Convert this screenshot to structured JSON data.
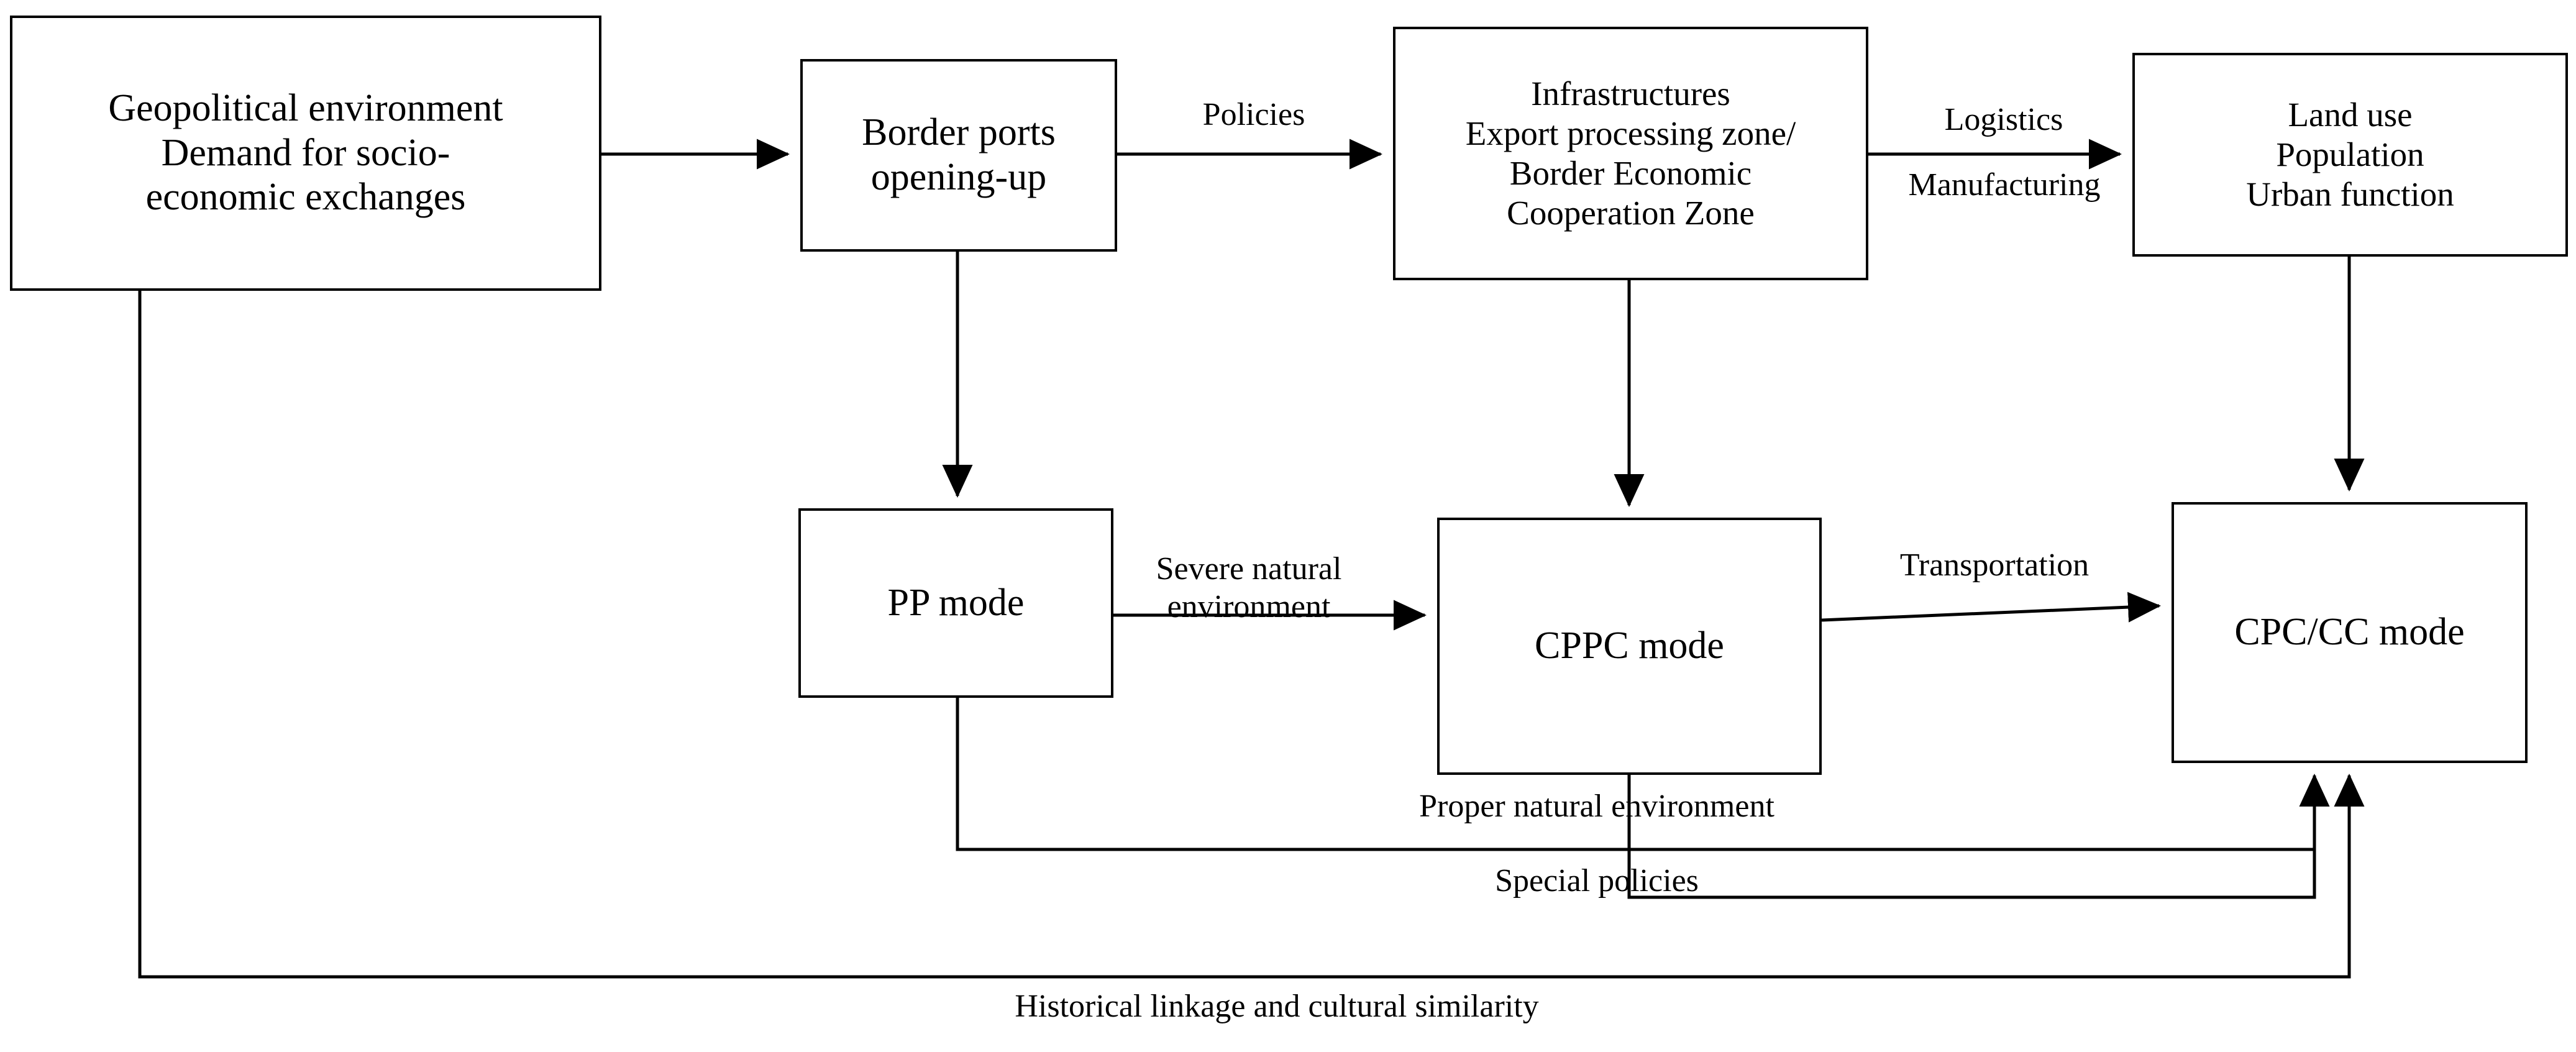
{
  "diagram": {
    "title": "Border port opening-up and urbanization mode evolution",
    "stroke_color": "#000000",
    "background_color": "#ffffff",
    "nodes": [
      {
        "id": "drivers",
        "lines": [
          "Geopolitical environment",
          "Demand for socio-",
          "economic exchanges"
        ]
      },
      {
        "id": "ports",
        "lines": [
          "Border ports",
          "opening-up"
        ]
      },
      {
        "id": "zones",
        "lines": [
          "Infrastructures",
          "Export processing zone/",
          "Border Economic",
          "Cooperation Zone"
        ]
      },
      {
        "id": "landuse",
        "lines": [
          "Land use",
          "Population",
          "Urban function"
        ]
      },
      {
        "id": "pp",
        "lines": [
          "PP mode"
        ]
      },
      {
        "id": "cppc",
        "lines": [
          "CPPC mode"
        ]
      },
      {
        "id": "cpccc",
        "lines": [
          "CPC/CC mode"
        ]
      }
    ],
    "edge_labels": {
      "policies": "Policies",
      "logistics": "Logistics",
      "manufacturing": "Manufacturing",
      "severe_line1": "Severe natural",
      "severe_line2": "environment",
      "transportation": "Transportation",
      "proper_natural_environment": "Proper natural environment",
      "special_policies": "Special policies",
      "historical_linkage": "Historical linkage and cultural similarity"
    }
  }
}
